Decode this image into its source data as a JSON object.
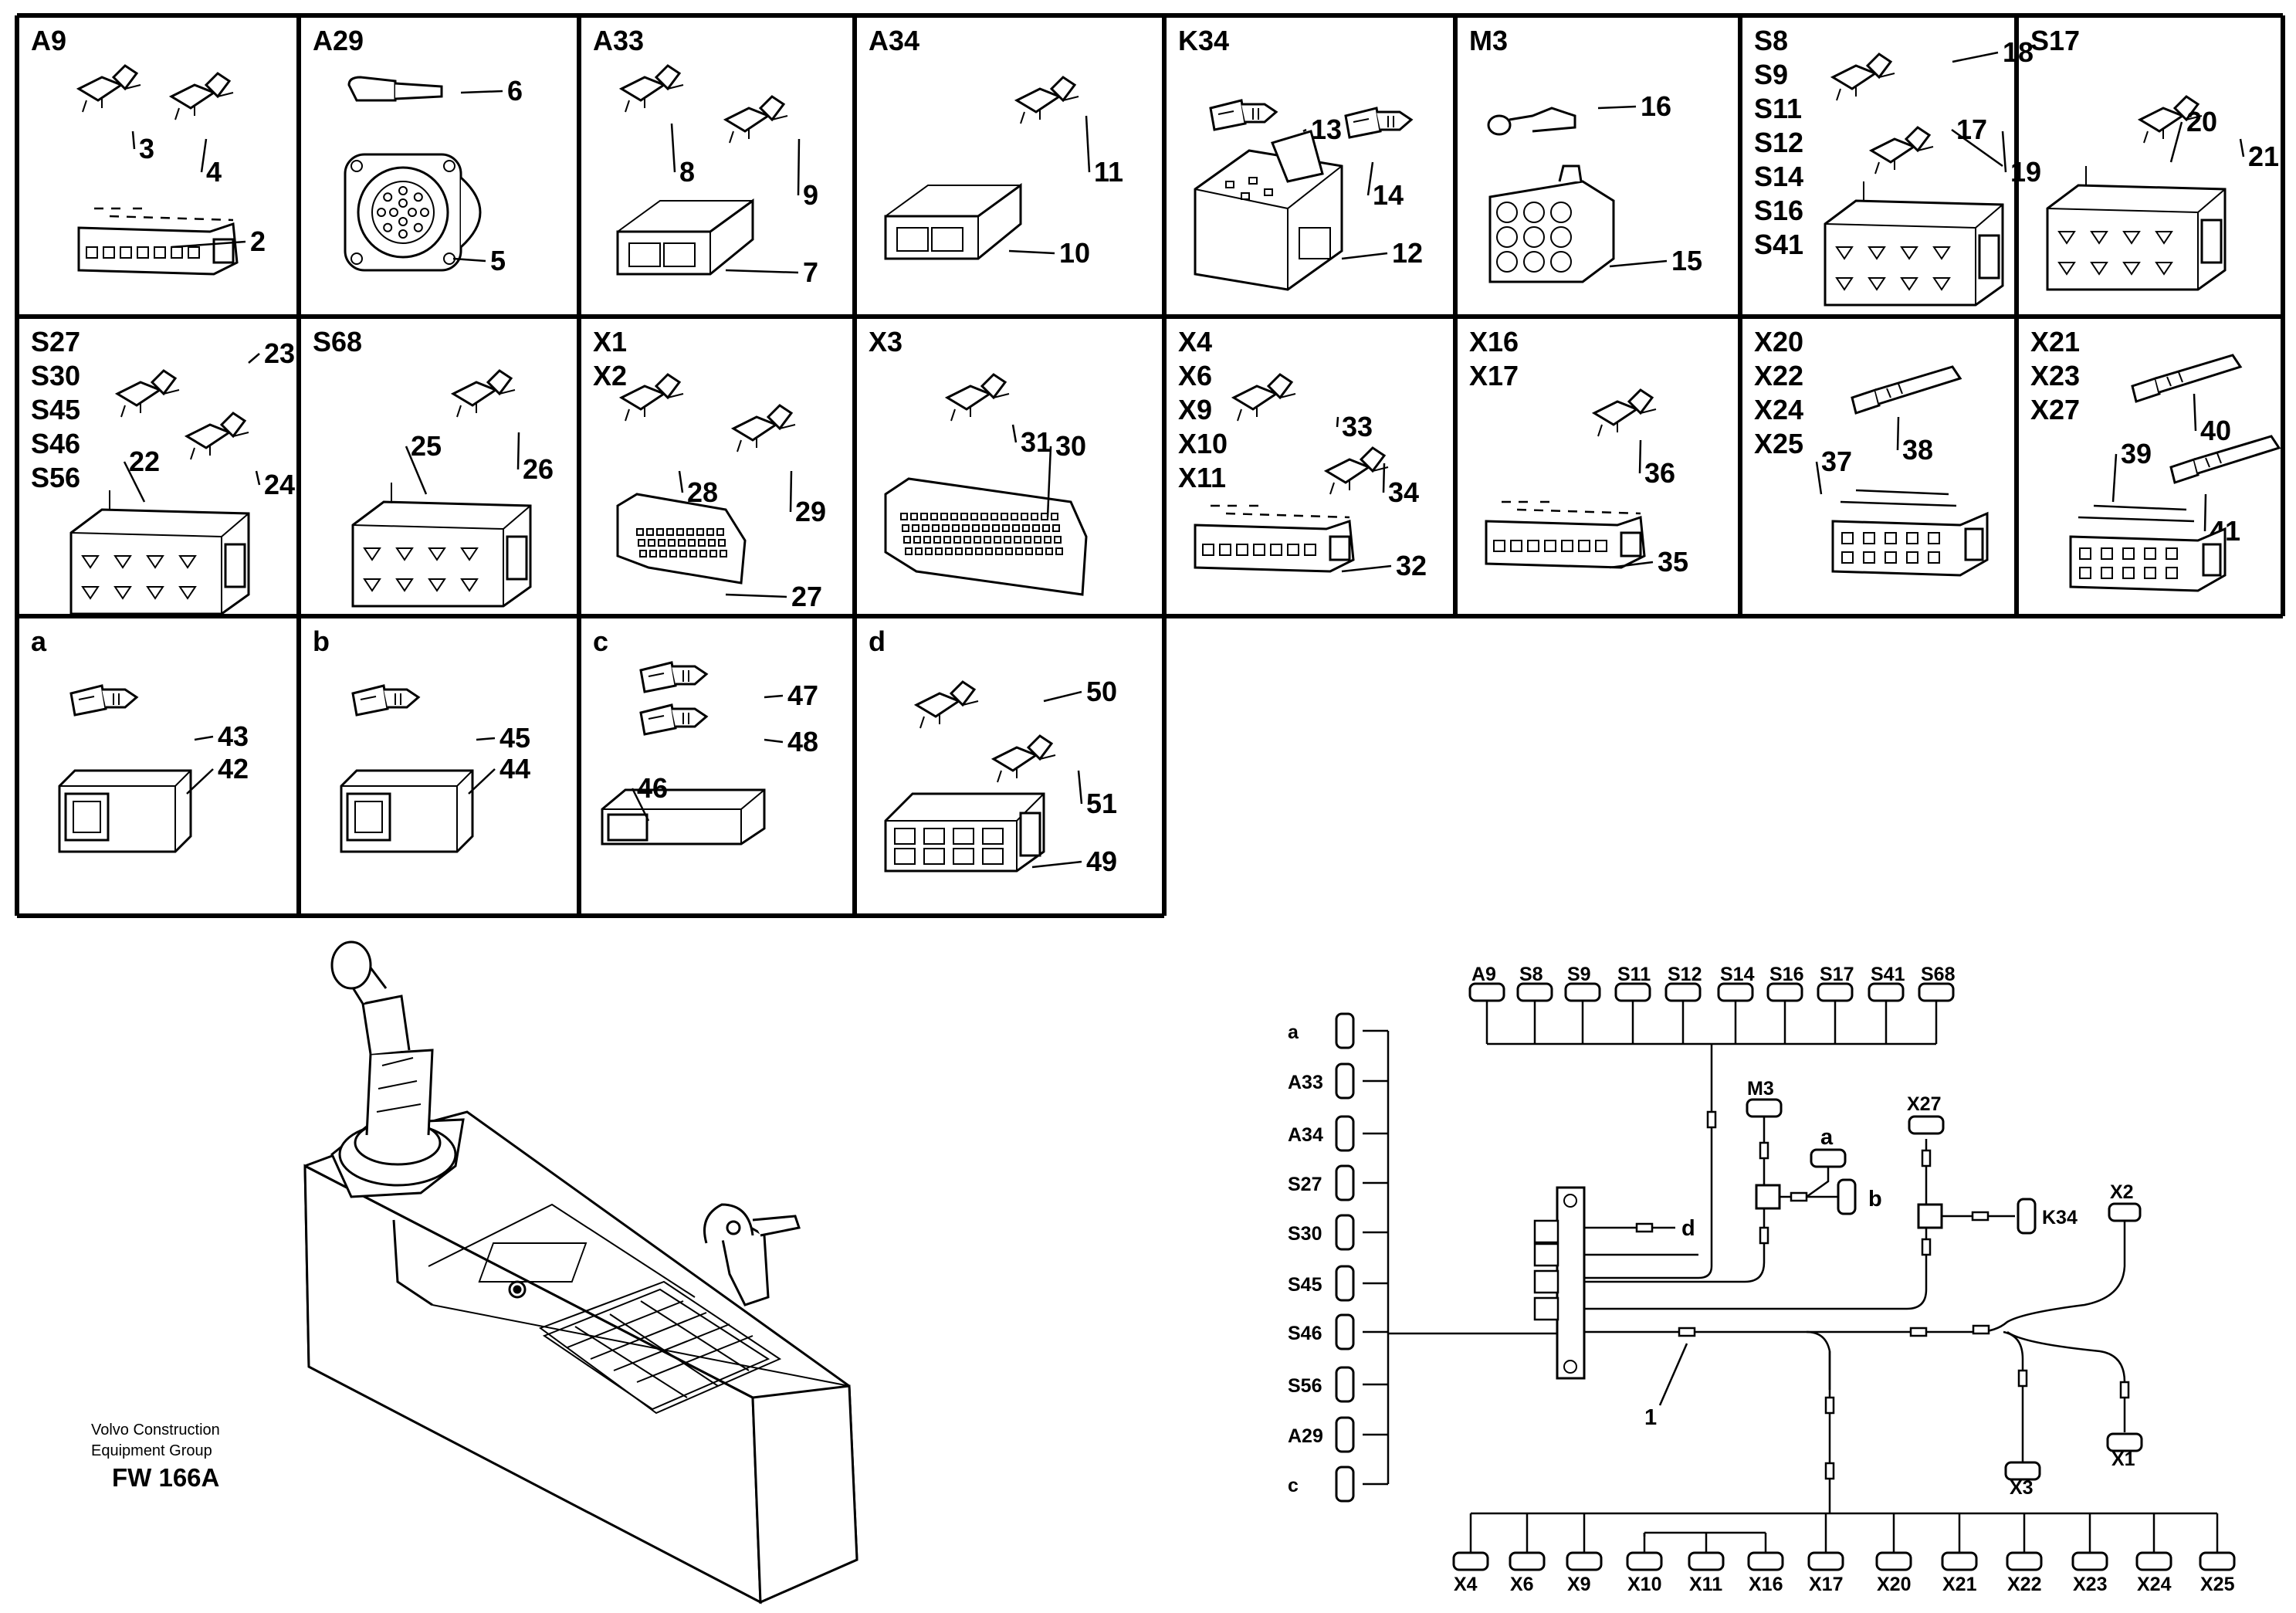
{
  "figure_id": "FW 166A",
  "publisher_caption": [
    "Volvo Construction",
    "Equipment Group"
  ],
  "cells": [
    {
      "codes": [
        "A9"
      ],
      "items": [
        {
          "number": "3",
          "kind": "terminal"
        },
        {
          "number": "4",
          "kind": "terminal"
        },
        {
          "number": "2",
          "kind": "housing-strip"
        }
      ]
    },
    {
      "codes": [
        "A29"
      ],
      "items": [
        {
          "number": "6",
          "kind": "pin"
        },
        {
          "number": "5",
          "kind": "round-connector"
        }
      ]
    },
    {
      "codes": [
        "A33"
      ],
      "items": [
        {
          "number": "8",
          "kind": "terminal"
        },
        {
          "number": "9",
          "kind": "terminal"
        },
        {
          "number": "7",
          "kind": "housing-small"
        }
      ]
    },
    {
      "codes": [
        "A34"
      ],
      "items": [
        {
          "number": "11",
          "kind": "terminal"
        },
        {
          "number": "10",
          "kind": "housing-small"
        }
      ]
    },
    {
      "codes": [
        "K34"
      ],
      "items": [
        {
          "number": "13",
          "kind": "flat-terminal"
        },
        {
          "number": "14",
          "kind": "flat-terminal"
        },
        {
          "number": "12",
          "kind": "relay-socket"
        }
      ]
    },
    {
      "codes": [
        "M3"
      ],
      "items": [
        {
          "number": "16",
          "kind": "ring-terminal"
        },
        {
          "number": "15",
          "kind": "round-housing"
        }
      ]
    },
    {
      "codes": [
        "S8",
        "S9",
        "S11",
        "S12",
        "S14",
        "S16",
        "S41"
      ],
      "items": [
        {
          "number": "18",
          "kind": "terminal"
        },
        {
          "number": "19",
          "kind": "terminal"
        },
        {
          "number": "17",
          "kind": "switch-housing"
        }
      ]
    },
    {
      "codes": [
        "S17"
      ],
      "items": [
        {
          "number": "21",
          "kind": "terminal"
        },
        {
          "number": "20",
          "kind": "switch-housing"
        }
      ]
    },
    {
      "codes": [
        "S27",
        "S30",
        "S45",
        "S46",
        "S56"
      ],
      "items": [
        {
          "number": "23",
          "kind": "terminal"
        },
        {
          "number": "24",
          "kind": "terminal"
        },
        {
          "number": "22",
          "kind": "switch-housing"
        }
      ]
    },
    {
      "codes": [
        "S68"
      ],
      "items": [
        {
          "number": "26",
          "kind": "terminal"
        },
        {
          "number": "25",
          "kind": "switch-housing"
        }
      ]
    },
    {
      "codes": [
        "X1",
        "X2"
      ],
      "items": [
        {
          "number": "28",
          "kind": "terminal"
        },
        {
          "number": "29",
          "kind": "terminal"
        },
        {
          "number": "27",
          "kind": "multipin"
        }
      ]
    },
    {
      "codes": [
        "X3"
      ],
      "items": [
        {
          "number": "31",
          "kind": "terminal"
        },
        {
          "number": "30",
          "kind": "multipin-large"
        }
      ]
    },
    {
      "codes": [
        "X4",
        "X6",
        "X9",
        "X10",
        "X11"
      ],
      "items": [
        {
          "number": "33",
          "kind": "terminal"
        },
        {
          "number": "34",
          "kind": "terminal"
        },
        {
          "number": "32",
          "kind": "housing-strip"
        }
      ]
    },
    {
      "codes": [
        "X16",
        "X17"
      ],
      "items": [
        {
          "number": "36",
          "kind": "terminal"
        },
        {
          "number": "35",
          "kind": "housing-strip"
        }
      ]
    },
    {
      "codes": [
        "X20",
        "X22",
        "X24",
        "X25"
      ],
      "items": [
        {
          "number": "38",
          "kind": "long-pin"
        },
        {
          "number": "37",
          "kind": "housing-tall"
        }
      ]
    },
    {
      "codes": [
        "X21",
        "X23",
        "X27"
      ],
      "items": [
        {
          "number": "40",
          "kind": "long-pin"
        },
        {
          "number": "41",
          "kind": "long-pin"
        },
        {
          "number": "39",
          "kind": "housing-tall"
        }
      ]
    },
    {
      "codes": [
        "a"
      ],
      "items": [
        {
          "number": "43",
          "kind": "flat-terminal"
        },
        {
          "number": "42",
          "kind": "box-housing"
        }
      ]
    },
    {
      "codes": [
        "b"
      ],
      "items": [
        {
          "number": "45",
          "kind": "flat-terminal"
        },
        {
          "number": "44",
          "kind": "box-housing"
        }
      ]
    },
    {
      "codes": [
        "c"
      ],
      "items": [
        {
          "number": "47",
          "kind": "flat-terminal"
        },
        {
          "number": "48",
          "kind": "flat-terminal"
        },
        {
          "number": "46",
          "kind": "box-housing-small"
        }
      ]
    },
    {
      "codes": [
        "d"
      ],
      "items": [
        {
          "number": "50",
          "kind": "terminal"
        },
        {
          "number": "51",
          "kind": "terminal"
        },
        {
          "number": "49",
          "kind": "housing-8pin"
        }
      ]
    }
  ],
  "wiring": {
    "harness_number": "1",
    "top_connectors": [
      "A9",
      "S8",
      "S9",
      "S11",
      "S12",
      "S14",
      "S16",
      "S17",
      "S41",
      "S68"
    ],
    "left_connectors": [
      "a",
      "A33",
      "A34",
      "S27",
      "S30",
      "S45",
      "S46",
      "S56",
      "A29",
      "c"
    ],
    "bottom_connectors": [
      "X4",
      "X6",
      "X9",
      "X10",
      "X11",
      "X16",
      "X17",
      "X20",
      "X21",
      "X22",
      "X23",
      "X24",
      "X25"
    ],
    "branch_labels": {
      "m3": "M3",
      "a": "a",
      "b": "b",
      "d": "d",
      "x27": "X27",
      "k34": "K34",
      "x2": "X2",
      "x3": "X3",
      "x1": "X1"
    }
  }
}
